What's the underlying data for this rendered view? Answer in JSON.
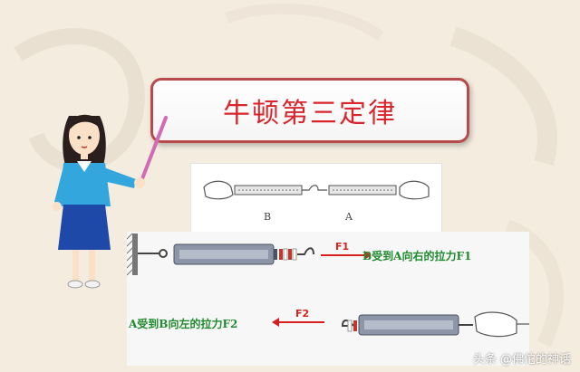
{
  "slide": {
    "title": "牛顿第三定律"
  },
  "photo": {
    "label_b": "B",
    "label_a": "A"
  },
  "diagram": {
    "force1_label": "F1",
    "force1_caption": "B受到A向右的拉力F1",
    "force2_label": "F2",
    "force2_caption": "A受到B向左的拉力F2"
  },
  "watermark": {
    "text": "头条 @佛佗的神话"
  },
  "colors": {
    "title_red": "#d9262d",
    "border_red": "#b74a4a",
    "caption_green": "#1f8a2e",
    "arrow_red": "#d62020"
  }
}
